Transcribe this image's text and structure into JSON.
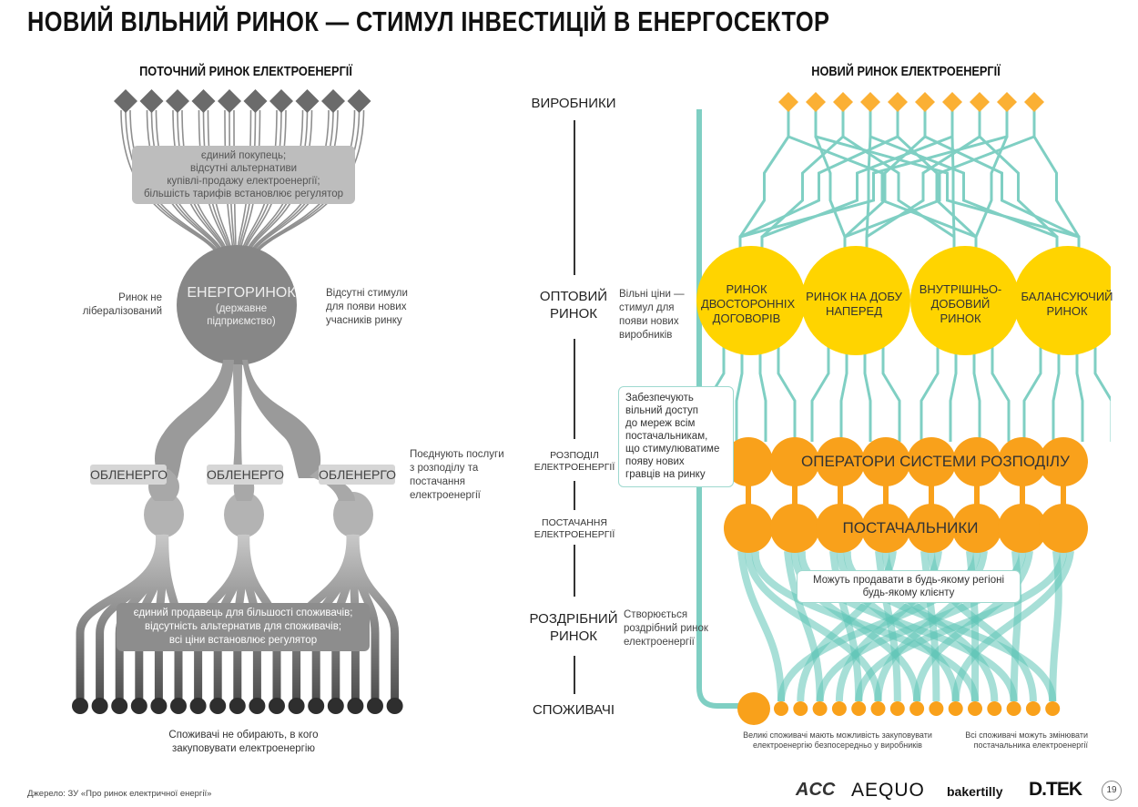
{
  "title": "НОВИЙ ВІЛЬНИЙ РИНОК — СТИМУЛ ІНВЕСТИЦІЙ В ЕНЕРГОСЕКТОР",
  "left": {
    "heading": "ПОТОЧНИЙ РИНОК ЕЛЕКТРОЕНЕРГІЇ",
    "buyer_box": [
      "єдиний покупець;",
      "відсутні альтернативи",
      "купівлі-продажу електроенергії;",
      "більшість тарифів встановлює регулятор"
    ],
    "market_name": "ЕНЕРГОРИНОК",
    "market_sub": [
      "(державне",
      "підприємство)"
    ],
    "note_left": [
      "Ринок не",
      "лібералізований"
    ],
    "note_right": [
      "Відсутні стимули",
      "для появи нових",
      "учасників ринку"
    ],
    "oblenergo": [
      "ОБЛЕНЕРГО",
      "ОБЛЕНЕРГО",
      "ОБЛЕНЕРГО"
    ],
    "note_combine": [
      "Поєднують послуги",
      "з розподілу та",
      "постачання",
      "електроенергії"
    ],
    "seller_box": [
      "єдиний продавець для більшості споживачів;",
      "відсутність альтернатив для споживачів;",
      "всі ціни встановлює регулятор"
    ],
    "consumers_note": [
      "Споживачі не обирають, в кого",
      "закуповувати електроенергію"
    ]
  },
  "stages": {
    "producers": "ВИРОБНИКИ",
    "wholesale": [
      "ОПТОВИЙ",
      "РИНОК"
    ],
    "distribution": [
      "РОЗПОДІЛ",
      "ЕЛЕКТРОЕНЕРГІЇ"
    ],
    "supply": [
      "ПОСТАЧАННЯ",
      "ЕЛЕКТРОЕНЕРГІЇ"
    ],
    "retail": [
      "РОЗДРІБНИЙ",
      "РИНОК"
    ],
    "consumers": "СПОЖИВАЧІ"
  },
  "right": {
    "heading": "НОВИЙ РИНОК ЕЛЕКТРОЕНЕРГІЇ",
    "wholesale_note": [
      "Вільні ціни —",
      "стимул для",
      "появи нових",
      "виробників"
    ],
    "access_note": [
      "Забезпечують",
      "вільний доступ",
      "до мереж всім",
      "постачальникам,",
      "що стимулюватиме",
      "появу нових",
      "гравців на ринку"
    ],
    "markets": [
      [
        "РИНОК",
        "ДВОСТОРОННІХ",
        "ДОГОВОРІВ"
      ],
      [
        "РИНОК НА ДОБУ",
        "НАПЕРЕД"
      ],
      [
        "ВНУТРІШНЬО-",
        "ДОБОВИЙ",
        "РИНОК"
      ],
      [
        "БАЛАНСУЮЧИЙ",
        "РИНОК"
      ]
    ],
    "dso_label": "ОПЕРАТОРИ СИСТЕМИ РОЗПОДІЛУ",
    "suppliers_label": "ПОСТАЧАЛЬНИКИ",
    "sell_note": [
      "Можуть продавати в будь-якому регіоні",
      "будь-якому клієнту"
    ],
    "retail_note": [
      "Створюється",
      "роздрібний ринок",
      "електроенергії"
    ],
    "big_consumers_note": [
      "Великі споживачі мають можливість закуповувати",
      "електроенергію безпосередньо у виробників"
    ],
    "all_consumers_note": [
      "Всі споживачі можуть змінювати",
      "постачальника електроенергії"
    ]
  },
  "footer": {
    "source": "Джерело: ЗУ «Про ринок електричної енергії»",
    "logos": [
      "ACC",
      "AEQUO",
      "bakertilly",
      "D.TEK"
    ],
    "page": "19"
  },
  "colors": {
    "grey_dark": "#6b6b6b",
    "grey_mid": "#a8a8a8",
    "teal": "#7fcfc3",
    "yellow": "#ffd400",
    "orange": "#f9a11b",
    "diamond_orange": "#fbb034"
  }
}
